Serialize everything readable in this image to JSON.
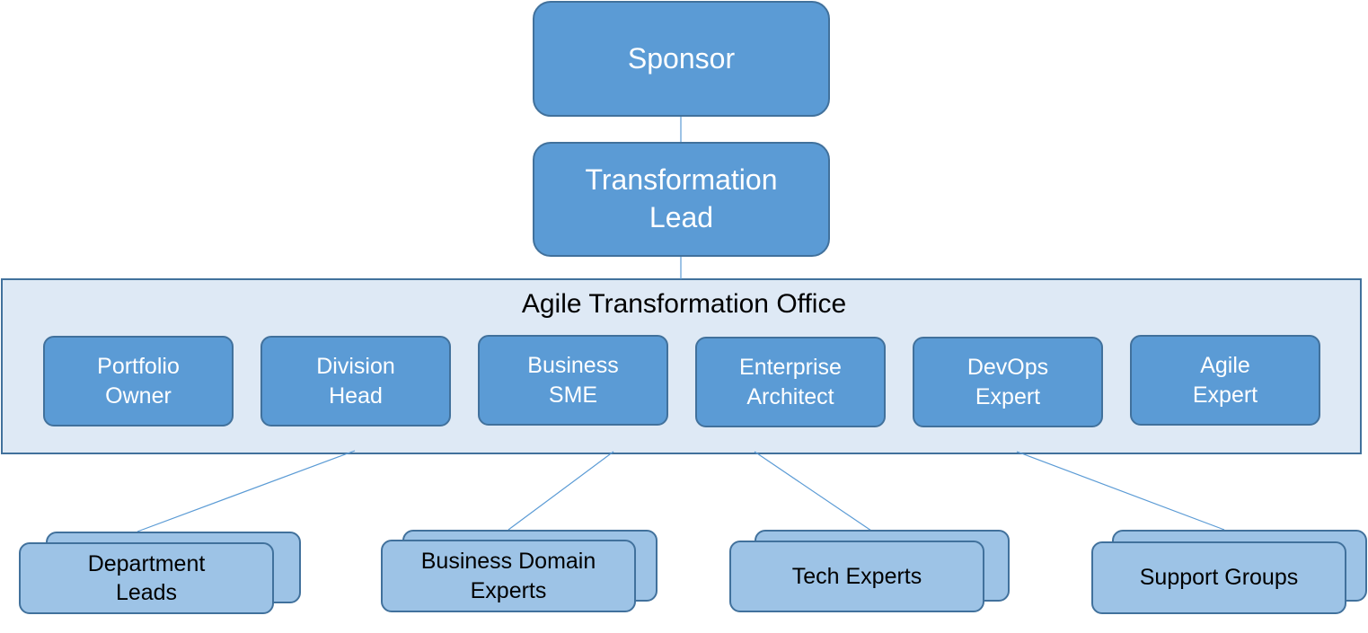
{
  "sponsor": "Sponsor",
  "transformation_lead": "Transformation\nLead",
  "office": {
    "title": "Agile Transformation Office",
    "roles": [
      "Portfolio\nOwner",
      "Division\nHead",
      "Business\nSME",
      "Enterprise\nArchitect",
      "DevOps\nExpert",
      "Agile\nExpert"
    ]
  },
  "groups": [
    "Department\nLeads",
    "Business Domain\nExperts",
    "Tech Experts",
    "Support Groups"
  ],
  "colors": {
    "primary": "#5b9bd5",
    "border": "#41719c",
    "light": "#9dc3e6",
    "office_bg": "#dee9f5"
  }
}
